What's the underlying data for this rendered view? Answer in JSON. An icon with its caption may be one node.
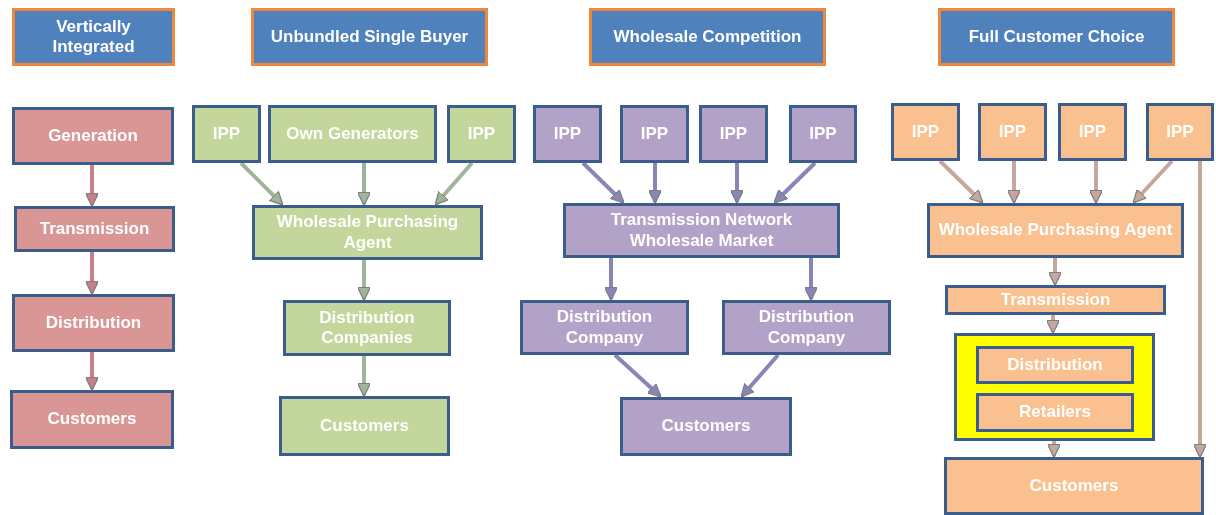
{
  "diagram": {
    "nodes": [
      {
        "text": [
          "Vertically Integrated"
        ]
      },
      {
        "text": [
          "Unbundled Single Buyer"
        ]
      },
      {
        "text": [
          "Wholesale Competition"
        ]
      },
      {
        "text": [
          "Full Customer Choice"
        ]
      },
      {
        "text": [
          "Generation"
        ]
      },
      {
        "text": [
          "Transmission"
        ]
      },
      {
        "text": [
          "Distribution"
        ]
      },
      {
        "text": [
          "Customers"
        ]
      },
      {
        "text": [
          "IPP"
        ]
      },
      {
        "text": [
          "Own Generators"
        ]
      },
      {
        "text": [
          "IPP"
        ]
      },
      {
        "text": [
          "Wholesale Purchasing Agent"
        ]
      },
      {
        "text": [
          "Distribution Companies"
        ]
      },
      {
        "text": [
          "Customers"
        ]
      },
      {
        "text": [
          "IPP"
        ]
      },
      {
        "text": [
          "IPP"
        ]
      },
      {
        "text": [
          "IPP"
        ]
      },
      {
        "text": [
          "IPP"
        ]
      },
      {
        "text": [
          "Transmission Network Wholesale Market"
        ]
      },
      {
        "text": [
          "Distribution Company"
        ]
      },
      {
        "text": [
          "Distribution Company"
        ]
      },
      {
        "text": [
          "Customers"
        ]
      },
      {
        "text": [
          "IPP"
        ]
      },
      {
        "text": [
          "IPP"
        ]
      },
      {
        "text": [
          "IPP"
        ]
      },
      {
        "text": [
          "IPP"
        ]
      },
      {
        "text": [
          "Wholesale Purchasing Agent"
        ]
      },
      {
        "text": [
          "Transmission"
        ]
      },
      {
        "text": [],
        "shape": "box"
      },
      {
        "text": [
          "Distribution"
        ],
        "in": 28
      },
      {
        "text": [
          "Retailers"
        ],
        "in": 28
      },
      {
        "text": [
          "Customers"
        ]
      }
    ],
    "edges": [
      {
        "from": 4,
        "to": 5,
        "arrow": "to",
        "color": "#c97f86"
      },
      {
        "from": 5,
        "to": 6,
        "arrow": "to",
        "color": "#c97f86"
      },
      {
        "from": 6,
        "to": 7,
        "arrow": "to",
        "color": "#c97f86"
      },
      {
        "from": 8,
        "to": 11,
        "arrow": "to",
        "color": "#9fb59a"
      },
      {
        "from": 9,
        "to": 11,
        "arrow": "to",
        "color": "#9fb59a"
      },
      {
        "from": 10,
        "to": 11,
        "arrow": "to",
        "color": "#9fb59a"
      },
      {
        "from": 11,
        "to": 12,
        "arrow": "to",
        "color": "#9fb59a"
      },
      {
        "from": 12,
        "to": 13,
        "arrow": "to",
        "color": "#9fb59a"
      },
      {
        "from": 14,
        "to": 18,
        "arrow": "to",
        "color": "#8a85b8"
      },
      {
        "from": 15,
        "to": 18,
        "arrow": "to",
        "color": "#8a85b8"
      },
      {
        "from": 16,
        "to": 18,
        "arrow": "to",
        "color": "#8a85b8"
      },
      {
        "from": 17,
        "to": 18,
        "arrow": "to",
        "color": "#8a85b8"
      },
      {
        "from": 18,
        "to": 19,
        "arrow": "to",
        "color": "#8a85b8"
      },
      {
        "from": 18,
        "to": 20,
        "arrow": "to",
        "color": "#8a85b8"
      },
      {
        "from": 19,
        "to": 21,
        "arrow": "to",
        "color": "#8a85b8"
      },
      {
        "from": 20,
        "to": 21,
        "arrow": "to",
        "color": "#8a85b8"
      },
      {
        "from": 22,
        "to": 26,
        "arrow": "to",
        "color": "#c4a89e"
      },
      {
        "from": 23,
        "to": 26,
        "arrow": "to",
        "color": "#c4a89e"
      },
      {
        "from": 24,
        "to": 26,
        "arrow": "to",
        "color": "#c4a89e"
      },
      {
        "from": 25,
        "to": 26,
        "arrow": "to",
        "color": "#c4a89e"
      },
      {
        "from": 25,
        "to": 31,
        "arrow": "to",
        "color": "#c4a89e"
      },
      {
        "from": 26,
        "to": 27,
        "arrow": "to",
        "color": "#c4a89e"
      },
      {
        "from": 27,
        "to": 28,
        "arrow": "to",
        "color": "#c4a89e"
      },
      {
        "from": 28,
        "to": 31,
        "arrow": "to",
        "color": "#c4a89e"
      }
    ]
  }
}
